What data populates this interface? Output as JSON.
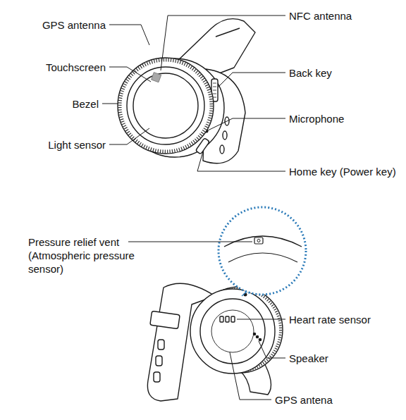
{
  "diagram": {
    "labels": [
      "GPS antenna",
      "Touchscreen",
      "Bezel",
      "Light sensor",
      "NFC antenna",
      "Back key",
      "Microphone",
      "Home key (Power key)",
      "Pressure relief vent (Atmospheric pressure sensor)",
      "Heart rate sensor",
      "Speaker",
      "GPS antena"
    ]
  }
}
